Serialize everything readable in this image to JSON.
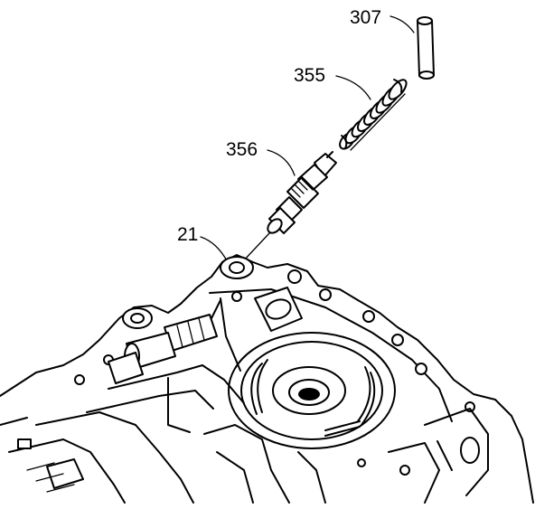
{
  "diagram": {
    "callouts": [
      {
        "id": "307",
        "label": "307"
      },
      {
        "id": "355",
        "label": "355"
      },
      {
        "id": "356",
        "label": "356"
      },
      {
        "id": "21",
        "label": "21"
      }
    ]
  }
}
